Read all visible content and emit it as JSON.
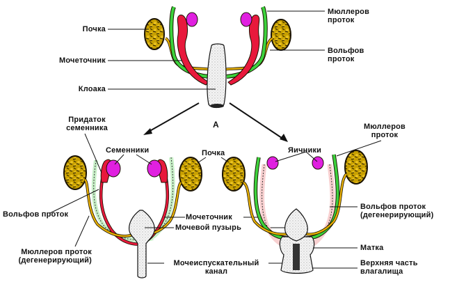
{
  "diagram": {
    "type": "anatomical-development",
    "subject": "Development of the urogenital system",
    "colors": {
      "kidney": "#c8a000",
      "kidney_dark": "#1a1200",
      "wolffian_duct": "#e8b000",
      "mullerian_duct": "#3cd23c",
      "epididymis": "#e8193c",
      "gonad": "#e020e0",
      "degenerate_mullerian": "#c8f0c8",
      "uterus_pale": "#f8d0d0",
      "cloaca": "#f4f4f4"
    },
    "top": {
      "stage_label": "А",
      "labels": {
        "kidney": "Почка",
        "ureter": "Мочеточник",
        "cloaca": "Клоака",
        "mullerian_duct_line1": "Мюллеров",
        "mullerian_duct_line2": "проток",
        "wolffian_duct_line1": "Вольфов",
        "wolffian_duct_line2": "проток"
      }
    },
    "male": {
      "labels": {
        "epididymis_line1": "Придаток",
        "epididymis_line2": "семенника",
        "testes": "Семенники",
        "wolffian_duct": "Вольфов проток",
        "mullerian_degenerating_line1": "Мюллеров проток",
        "mullerian_degenerating_line2": "(дегенерирующий)"
      }
    },
    "shared": {
      "labels": {
        "kidney": "Почка",
        "ureter": "Мочеточник",
        "bladder": "Мочевой пузырь",
        "urethra_line1": "Мочеиспускательный",
        "urethra_line2": "канал"
      }
    },
    "female": {
      "labels": {
        "ovaries": "Яичники",
        "mullerian_duct_line1": "Мюллеров",
        "mullerian_duct_line2": "проток",
        "wolffian_degenerating_line1": "Вольфов проток",
        "wolffian_degenerating_line2": "(дегенерирующий)",
        "uterus": "Матка",
        "vagina_upper_line1": "Верхняя часть",
        "vagina_upper_line2": "влагалища"
      }
    }
  }
}
